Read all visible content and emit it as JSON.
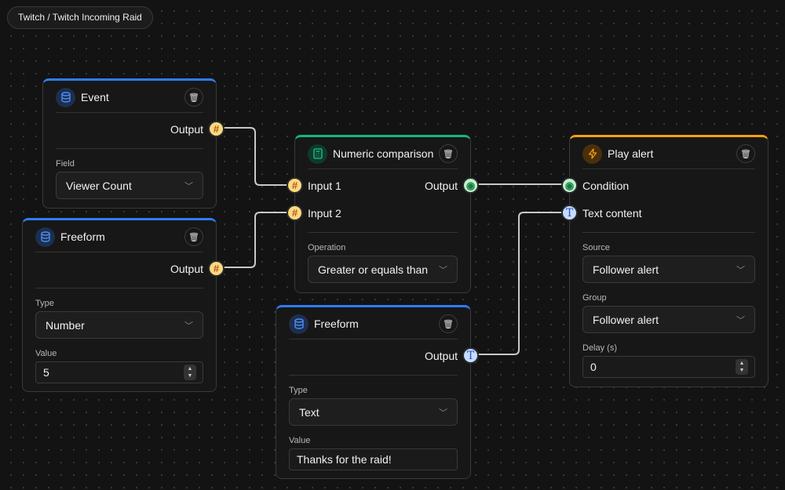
{
  "breadcrumb": "Twitch / Twitch Incoming Raid",
  "colors": {
    "event": "#2f7cf6",
    "logic": "#10b77f",
    "action": "#f59e0b"
  },
  "nodes": {
    "event": {
      "title": "Event",
      "output": "Output",
      "field_label": "Field",
      "field_value": "Viewer Count"
    },
    "freeform1": {
      "title": "Freeform",
      "output": "Output",
      "type_label": "Type",
      "type_value": "Number",
      "value_label": "Value",
      "value": "5"
    },
    "numeric": {
      "title": "Numeric comparison",
      "input1": "Input 1",
      "input2": "Input 2",
      "output": "Output",
      "operation_label": "Operation",
      "operation_value": "Greater or equals than"
    },
    "freeform2": {
      "title": "Freeform",
      "output": "Output",
      "type_label": "Type",
      "type_value": "Text",
      "value_label": "Value",
      "value": "Thanks for the raid!"
    },
    "play_alert": {
      "title": "Play alert",
      "condition": "Condition",
      "text_content": "Text content",
      "source_label": "Source",
      "source_value": "Follower alert",
      "group_label": "Group",
      "group_value": "Follower alert",
      "delay_label": "Delay (s)",
      "delay_value": "0"
    }
  }
}
